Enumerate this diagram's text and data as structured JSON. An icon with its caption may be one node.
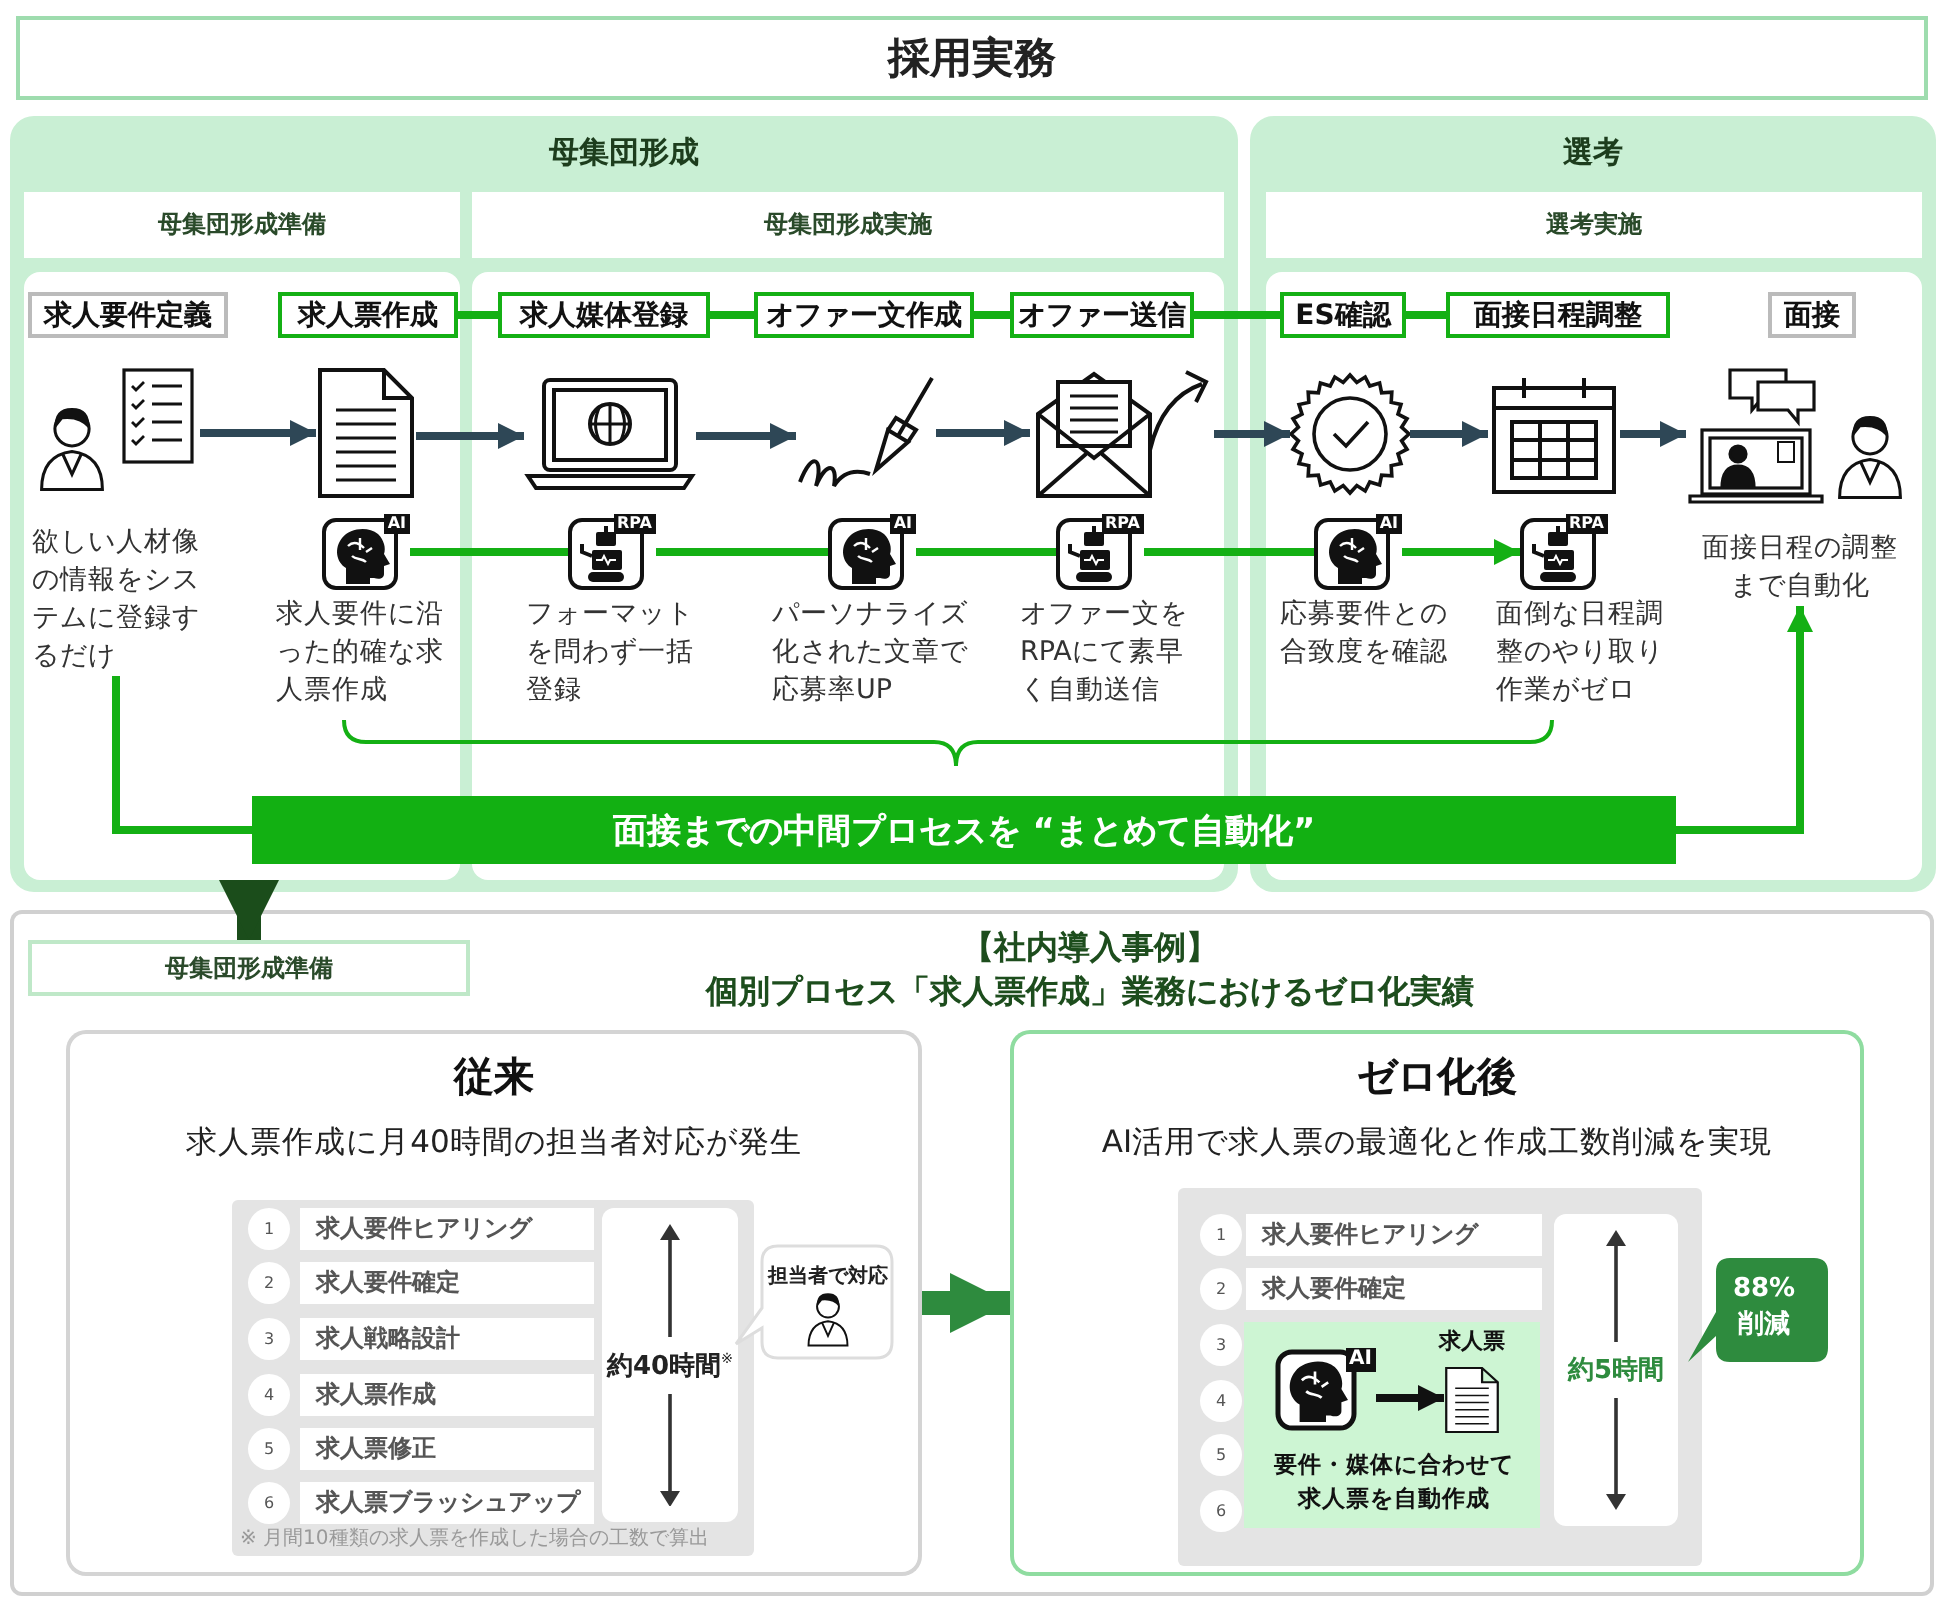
{
  "diagram": {
    "title": "採用実務",
    "nodes": [
      {
        "text": [
          "母集団形成"
        ]
      },
      {
        "text": [
          "母集団形成準備"
        ],
        "in": 0
      },
      {
        "text": [
          "母集団形成実施"
        ],
        "in": 0
      },
      {
        "text": [
          "選考"
        ]
      },
      {
        "text": [
          "選考実施"
        ],
        "in": 3
      },
      {
        "text": [
          "求人要件定義"
        ],
        "in": 1
      },
      {
        "text": [
          "求人票作成"
        ],
        "in": 1
      },
      {
        "text": [
          "求人媒体登録"
        ],
        "in": 2
      },
      {
        "text": [
          "オファー文作成"
        ],
        "in": 2
      },
      {
        "text": [
          "オファー送信"
        ],
        "in": 2
      },
      {
        "text": [
          "ES確認"
        ],
        "in": 4
      },
      {
        "text": [
          "面接日程調整"
        ],
        "in": 4
      },
      {
        "text": [
          "面接"
        ],
        "in": 4
      },
      {
        "text": [
          "欲しい人材像の情報をシステムに登録するだけ"
        ],
        "in": 1
      },
      {
        "text": [],
        "shape": "picture",
        "in": 1
      },
      {
        "text": [],
        "shape": "picture",
        "in": 2
      },
      {
        "text": [],
        "shape": "picture",
        "in": 2
      },
      {
        "text": [],
        "shape": "picture",
        "in": 2
      },
      {
        "text": [],
        "shape": "picture",
        "in": 4
      },
      {
        "text": [],
        "shape": "picture",
        "in": 4
      },
      {
        "text": [
          "面接日程の調整まで自動化"
        ],
        "in": 4
      },
      {
        "text": [
          "AI"
        ],
        "in": 1,
        "beside": [
          "求人要件に沿った的確な求人票作成"
        ]
      },
      {
        "text": [
          "RPA"
        ],
        "in": 2,
        "beside": [
          "フォーマットを問わず一括登録"
        ]
      },
      {
        "text": [
          "AI"
        ],
        "in": 2,
        "beside": [
          "パーソナライズ化された文章で応募率UP"
        ]
      },
      {
        "text": [
          "RPA"
        ],
        "in": 2,
        "beside": [
          "オファー文をRPAにて素早く自動送信"
        ]
      },
      {
        "text": [
          "AI"
        ],
        "in": 4,
        "beside": [
          "応募要件との合致度を確認"
        ]
      },
      {
        "text": [
          "RPA"
        ],
        "in": 4,
        "beside": [
          "面倒な日程調整のやり取り作業がゼロ"
        ]
      },
      {
        "text": [
          "面接までの中間プロセスを “まとめて自動化”"
        ]
      },
      {
        "text": [
          "【社内導入事例】",
          "個別プロセス「求人票作成」業務におけるゼロ化実績"
        ]
      },
      {
        "text": [
          "母集団形成準備"
        ],
        "in": 28
      },
      {
        "text": [
          "従来",
          "求人票作成に月40時間の担当者対応が発生"
        ],
        "in": 28
      },
      {
        "text": [],
        "shape": "box",
        "in": 30
      },
      {
        "text": [
          "求人要件ヒアリング"
        ],
        "in": 31,
        "beside": [
          "1"
        ]
      },
      {
        "text": [
          "求人要件確定"
        ],
        "in": 31,
        "beside": [
          "2"
        ]
      },
      {
        "text": [
          "求人戦略設計"
        ],
        "in": 31,
        "beside": [
          "3"
        ]
      },
      {
        "text": [
          "求人票作成"
        ],
        "in": 31,
        "beside": [
          "4"
        ]
      },
      {
        "text": [
          "求人票修正"
        ],
        "in": 31,
        "beside": [
          "5"
        ]
      },
      {
        "text": [
          "求人票ブラッシュアップ"
        ],
        "in": 31,
        "beside": [
          "6"
        ]
      },
      {
        "text": [
          "約40時間$^{※}$"
        ],
        "in": 31
      },
      {
        "text": [
          "担当者で対応"
        ],
        "in": 30
      },
      {
        "text": [
          "ゼロ化後",
          "AI活用で求人票の最適化と作成工数削減を実現"
        ],
        "in": 28
      },
      {
        "text": [],
        "shape": "box",
        "in": 40
      },
      {
        "text": [
          "求人要件ヒアリング"
        ],
        "in": 41,
        "beside": [
          "1"
        ]
      },
      {
        "text": [
          "求人要件確定"
        ],
        "in": 41,
        "beside": [
          "2"
        ]
      },
      {
        "text": [
          "要件・媒体に合わせて求人票を自動作成"
        ],
        "in": 41,
        "beside": [
          "3",
          "4",
          "5",
          "6"
        ]
      },
      {
        "text": [
          "AI"
        ],
        "in": 44
      },
      {
        "text": [],
        "shape": "picture",
        "in": 44,
        "beside": [
          "求人票"
        ]
      },
      {
        "text": [
          "約5時間"
        ],
        "in": 41
      },
      {
        "text": [
          "88%削減"
        ],
        "in": 40
      }
    ],
    "edges": [
      {
        "from": 13,
        "to": 14,
        "arrow": "to",
        "color": "#2e4756"
      },
      {
        "from": 14,
        "to": 15,
        "arrow": "to",
        "color": "#2e4756"
      },
      {
        "from": 15,
        "to": 16,
        "arrow": "to",
        "color": "#2e4756"
      },
      {
        "from": 16,
        "to": 17,
        "arrow": "to",
        "color": "#2e4756"
      },
      {
        "from": 17,
        "to": 18,
        "arrow": "to",
        "color": "#2e4756"
      },
      {
        "from": 18,
        "to": 19,
        "arrow": "to",
        "color": "#2e4756"
      },
      {
        "from": 19,
        "to": 20,
        "arrow": "to",
        "color": "#2e4756"
      },
      {
        "from": 6,
        "to": 7,
        "arrow": "none"
      },
      {
        "from": 7,
        "to": 8,
        "arrow": "none"
      },
      {
        "from": 8,
        "to": 9,
        "arrow": "none"
      },
      {
        "from": 9,
        "to": 10,
        "arrow": "none"
      },
      {
        "from": 10,
        "to": 11,
        "arrow": "none"
      },
      {
        "from": 21,
        "to": 22,
        "arrow": "none"
      },
      {
        "from": 22,
        "to": 23,
        "arrow": "none"
      },
      {
        "from": 23,
        "to": 24,
        "arrow": "none"
      },
      {
        "from": 24,
        "to": 25,
        "arrow": "none"
      },
      {
        "from": 25,
        "to": 26,
        "arrow": "to"
      },
      {
        "from": 13,
        "to": 27,
        "arrow": "none"
      },
      {
        "from": 27,
        "to": 20,
        "arrow": "to"
      },
      {
        "from": 0,
        "to": 29,
        "arrow": "to",
        "style": "thick",
        "color": "#1b4d1b"
      },
      {
        "from": 30,
        "to": 40,
        "arrow": "to",
        "style": "thick",
        "color": "#2e8b3e"
      },
      {
        "from": 45,
        "to": 46,
        "arrow": "to",
        "color": "#111111"
      }
    ],
    "labels": [
      "※ 月間10種類の求人票を作成した場合の工数で算出"
    ]
  }
}
